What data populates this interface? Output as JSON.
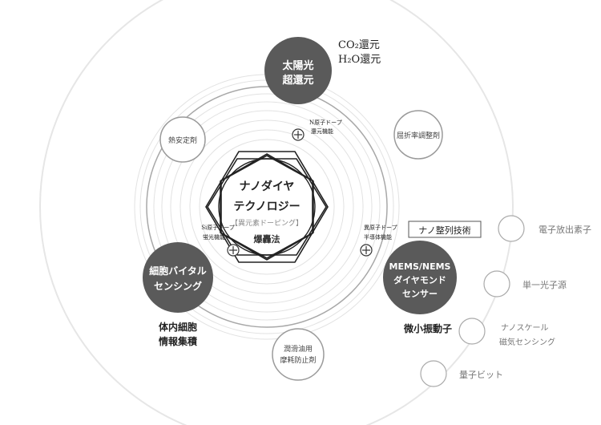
{
  "center": {
    "title_line1": "ナノダイヤ",
    "title_line2": "テクノロジー",
    "subtitle": "【異元素ドーピング】",
    "method": "爆轟法"
  },
  "nodes": {
    "top": {
      "line1": "太陽光",
      "line2": "超還元"
    },
    "left": {
      "line1": "細胞バイタル",
      "line2": "センシング"
    },
    "right": {
      "line1": "MEMS/NEMS",
      "line2": "ダイヤモンド",
      "line3": "センサー"
    },
    "heat": {
      "label": "熱安定剤"
    },
    "refraction": {
      "label": "屈折率調整剤"
    },
    "lubricant": {
      "line1": "潤滑油用",
      "line2": "摩耗防止剤"
    }
  },
  "doping": {
    "n": {
      "line1": "N原子ドープ",
      "line2": "還元機能"
    },
    "si": {
      "line1": "Si原子ドープ",
      "line2": "蛍光機能"
    },
    "other": {
      "line1": "異原子ドープ",
      "line2": "半導体機能"
    }
  },
  "captions": {
    "top_line1": "CO₂還元",
    "top_line2": "H₂O還元",
    "left_line1": "体内細胞",
    "left_line2": "情報集積",
    "right": "微小振動子"
  },
  "nano_box": "ナノ整列技術",
  "applications": [
    {
      "label": "電子放出素子"
    },
    {
      "label": "単一光子源"
    },
    {
      "line1": "ナノスケール",
      "line2": "磁気センシング"
    },
    {
      "label": "量子ビット"
    }
  ],
  "colors": {
    "dark_node": "#5a5a5a",
    "line": "#9a9a9a",
    "light_line": "#d8d8d8",
    "text": "#222222",
    "muted_text": "#777777"
  }
}
